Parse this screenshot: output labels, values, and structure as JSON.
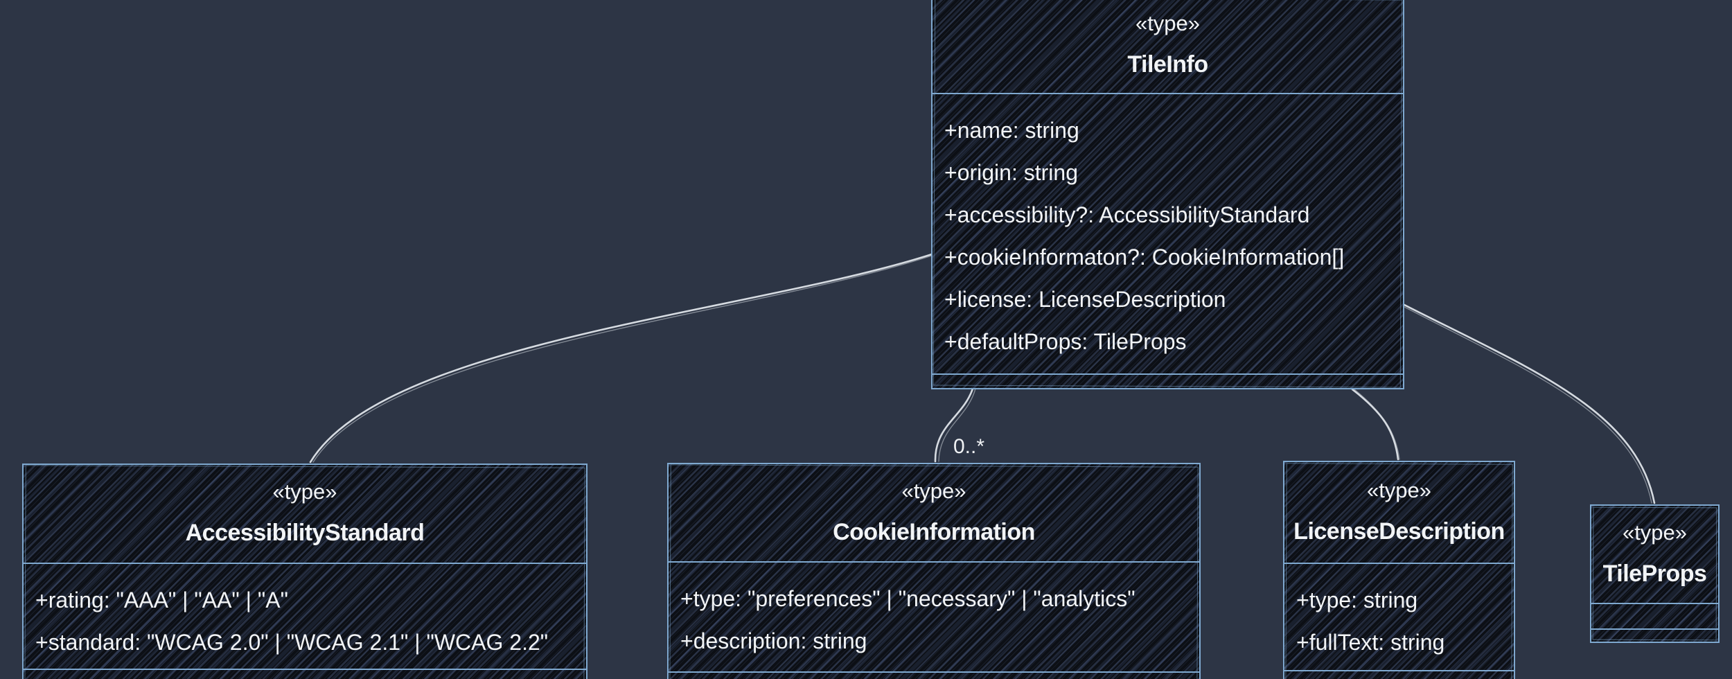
{
  "diagram": {
    "theme": {
      "background": "#2d3545",
      "node_fill": "#0c0f15",
      "node_border": "#7fa9d0",
      "text_color": "#f2f4f6",
      "edge_color": "#d6dbe1"
    },
    "classes": [
      {
        "stereotype": "«type»",
        "name": "TileInfo",
        "attributes": [
          "+name: string",
          "+origin: string",
          "+accessibility?: AccessibilityStandard",
          "+cookieInformaton?: CookieInformation[]",
          "+license: LicenseDescription",
          "+defaultProps: TileProps"
        ]
      },
      {
        "stereotype": "«type»",
        "name": "AccessibilityStandard",
        "attributes": [
          "+rating: \"AAA\" | \"AA\" | \"A\"",
          "+standard: \"WCAG 2.0\" | \"WCAG 2.1\" | \"WCAG 2.2\""
        ]
      },
      {
        "stereotype": "«type»",
        "name": "CookieInformation",
        "attributes": [
          "+type: \"preferences\" | \"necessary\" | \"analytics\"",
          "+description: string"
        ]
      },
      {
        "stereotype": "«type»",
        "name": "LicenseDescription",
        "attributes": [
          "+type: string",
          "+fullText: string"
        ]
      },
      {
        "stereotype": "«type»",
        "name": "TileProps",
        "attributes": []
      }
    ],
    "edges": [
      {
        "from": "TileInfo",
        "to": "AccessibilityStandard",
        "label": ""
      },
      {
        "from": "TileInfo",
        "to": "CookieInformation",
        "label": "0..*"
      },
      {
        "from": "TileInfo",
        "to": "LicenseDescription",
        "label": ""
      },
      {
        "from": "TileInfo",
        "to": "TileProps",
        "label": ""
      }
    ]
  }
}
